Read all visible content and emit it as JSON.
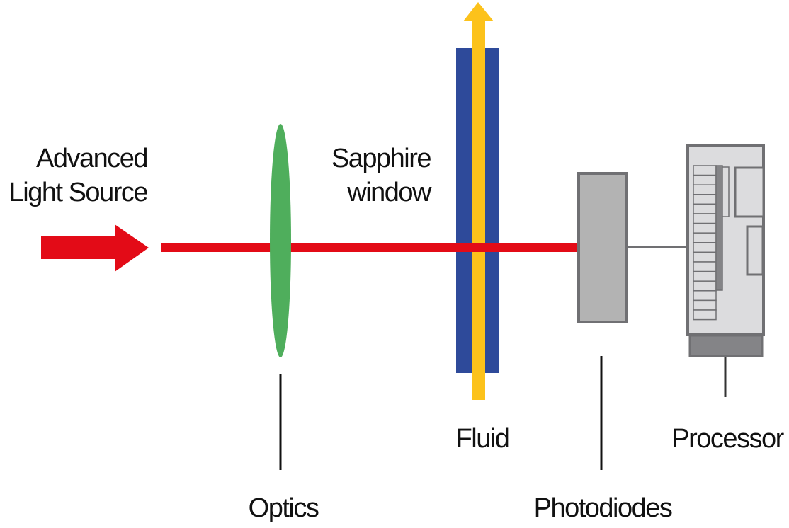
{
  "labels": {
    "light_source_line1": "Advanced",
    "light_source_line2": "Light Source",
    "sapphire_line1": "Sapphire",
    "sapphire_line2": "window",
    "optics": "Optics",
    "fluid": "Fluid",
    "photodiodes": "Photodiodes",
    "processor": "Processor"
  },
  "colors": {
    "beam": "#e30b17",
    "lens": "#4fae5c",
    "sapphire": "#2e4a9a",
    "fluid": "#fcc21b",
    "photodiode": "#b3b3b3",
    "processor": "#dcdcde",
    "outline": "#707073"
  }
}
